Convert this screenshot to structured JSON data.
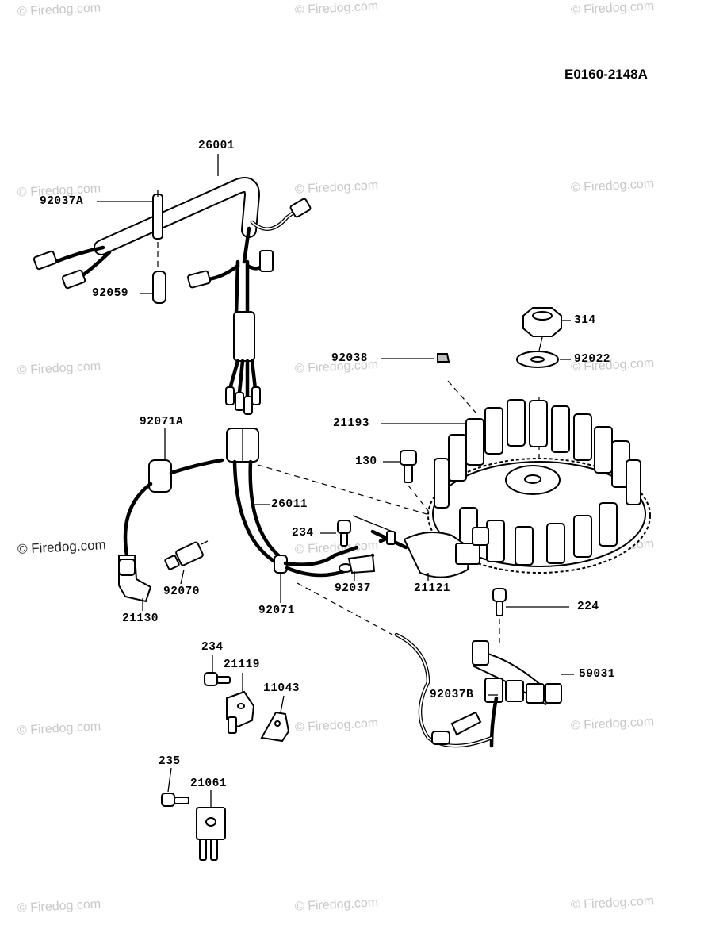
{
  "diagram_code": "E0160-2148A",
  "watermark_text": "© Firedog.com",
  "parts": {
    "p26001": "26001",
    "p92037A": "92037A",
    "p92059": "92059",
    "p314": "314",
    "p92038": "92038",
    "p92022": "92022",
    "p21193": "21193",
    "p92071A": "92071A",
    "p130": "130",
    "p26011": "26011",
    "p234a": "234",
    "p92037": "92037",
    "p21121": "21121",
    "p92070": "92070",
    "p92071": "92071",
    "p21130": "21130",
    "p224": "224",
    "p234b": "234",
    "p21119": "21119",
    "p11043": "11043",
    "p59031": "59031",
    "p92037B": "92037B",
    "p235": "235",
    "p21061": "21061"
  }
}
